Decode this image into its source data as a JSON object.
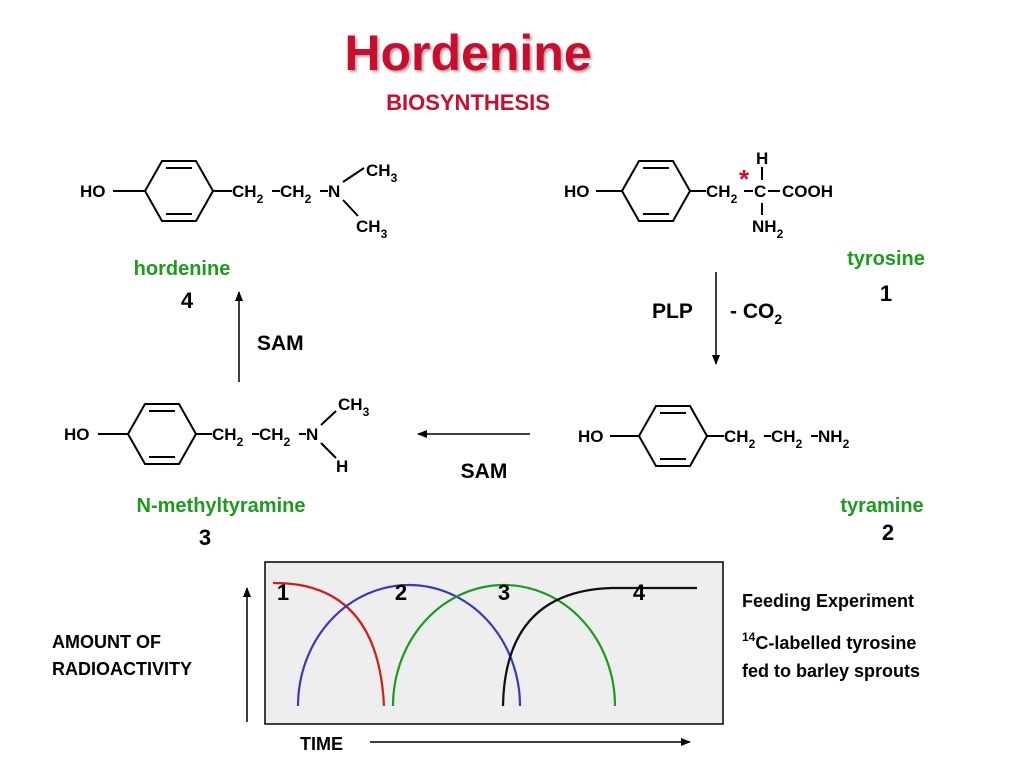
{
  "title": "Hordenine",
  "subtitle": "BIOSYNTHESIS",
  "colors": {
    "title": "#c8102e",
    "compound_name": "#1e9a1e",
    "curve_1": "#cc1f1f",
    "curve_2": "#3a3ab8",
    "curve_3": "#1b9a1b",
    "curve_4": "#111111",
    "panel": "#eeeeee"
  },
  "compounds": {
    "hordenine": {
      "name": "hordenine",
      "number": "4",
      "atoms": {
        "ho": "HO",
        "ch2_a": "CH",
        "ch2_a_sub": "2",
        "ch2_b": "CH",
        "ch2_b_sub": "2",
        "n": "N",
        "methyl_top": "CH",
        "methyl_top_sub": "3",
        "methyl_bottom": "CH",
        "methyl_bottom_sub": "3"
      }
    },
    "tyrosine": {
      "name": "tyrosine",
      "number": "1",
      "atoms": {
        "ho": "HO",
        "ch2": "CH",
        "ch2_sub": "2",
        "c": "C",
        "h": "H",
        "cooh": "COOH",
        "nh2": "NH",
        "nh2_sub": "2",
        "label_mark": "*"
      }
    },
    "n_methyltyramine": {
      "name": "N-methyltyramine",
      "number": "3",
      "atoms": {
        "ho": "HO",
        "ch2_a": "CH",
        "ch2_a_sub": "2",
        "ch2_b": "CH",
        "ch2_b_sub": "2",
        "n": "N",
        "methyl": "CH",
        "methyl_sub": "3",
        "h": "H"
      }
    },
    "tyramine": {
      "name": "tyramine",
      "number": "2",
      "atoms": {
        "ho": "HO",
        "ch2_a": "CH",
        "ch2_a_sub": "2",
        "ch2_b": "CH",
        "ch2_b_sub": "2",
        "nh2": "NH",
        "nh2_sub": "2"
      }
    }
  },
  "reactions": {
    "decarboxylation": {
      "cofactor": "PLP",
      "loss": "- CO",
      "loss_sub": "2"
    },
    "methylation_1": {
      "reagent": "SAM"
    },
    "methylation_2": {
      "reagent": "SAM"
    }
  },
  "feeding_panel": {
    "y_label_line1": "AMOUNT OF",
    "y_label_line2": "RADIOACTIVITY",
    "x_label": "TIME",
    "curve_labels": [
      "1",
      "2",
      "3",
      "4"
    ],
    "note_title": "Feeding Experiment",
    "note_sup": "14",
    "note_line1": "C-labelled tyrosine",
    "note_line2": "fed to barley sprouts"
  }
}
